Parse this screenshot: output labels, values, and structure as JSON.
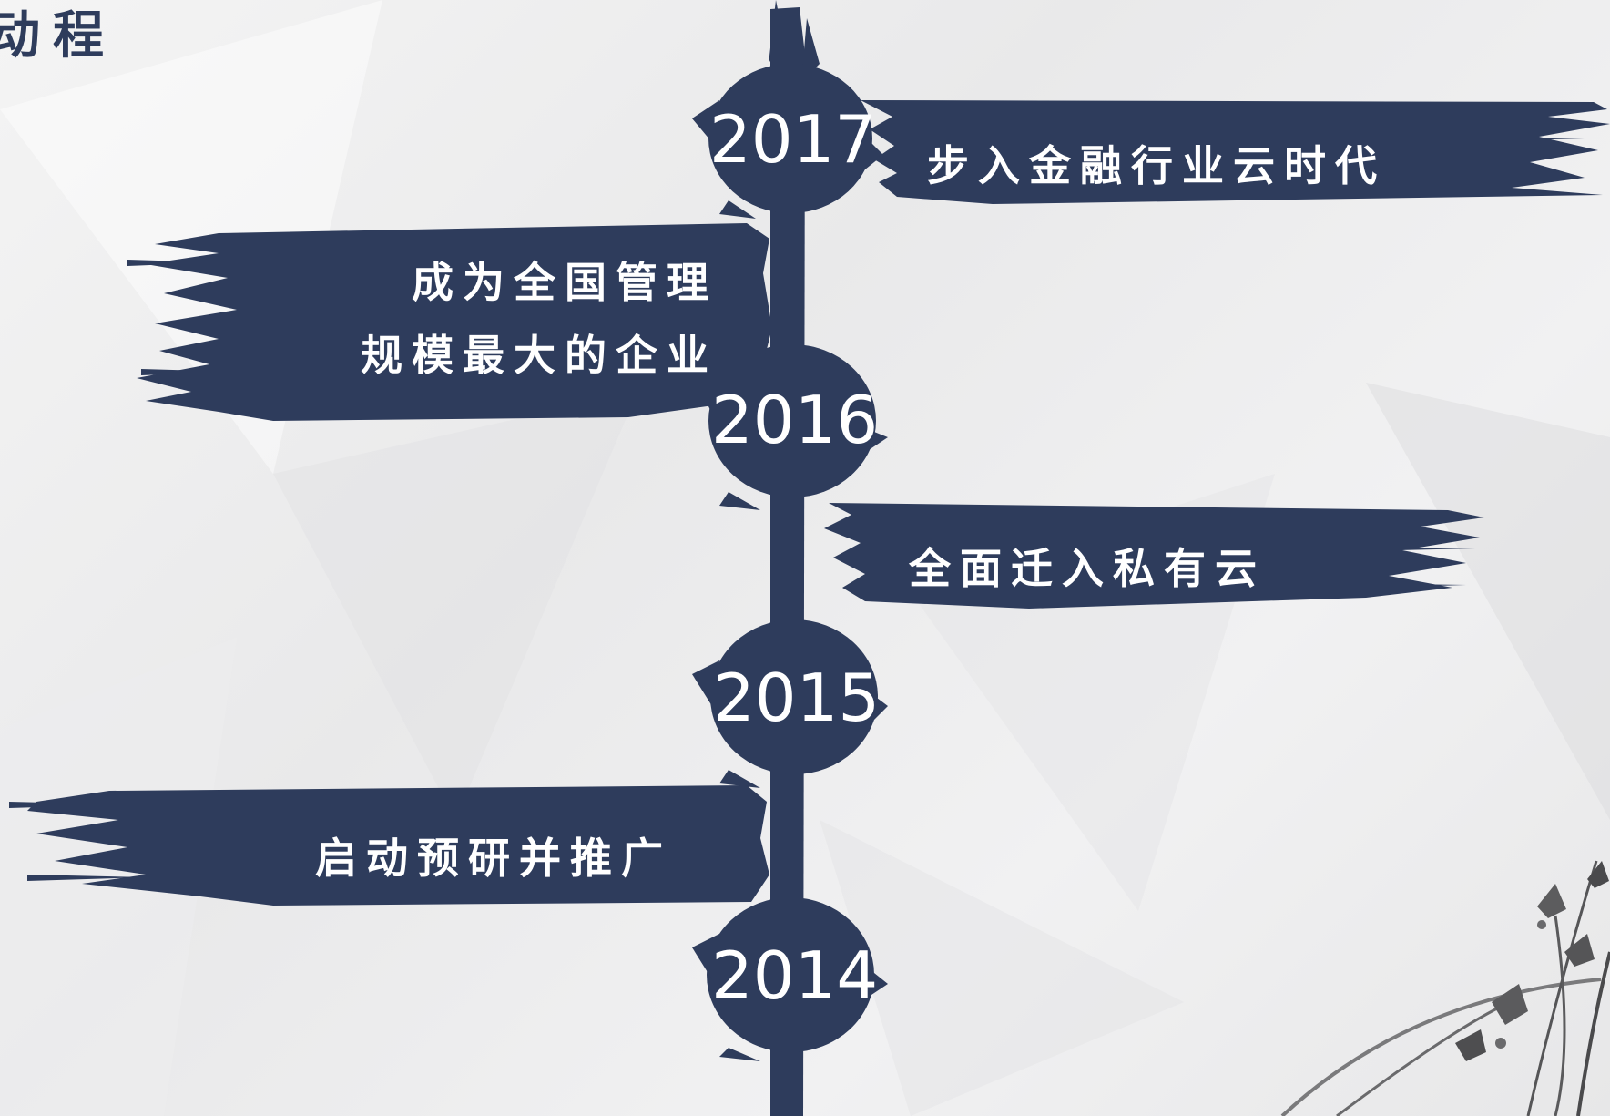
{
  "page": {
    "title_fragment": "动程"
  },
  "timeline": {
    "colors": {
      "ink": "#2e3c5c",
      "text": "#ffffff",
      "background": "#f0f0f1"
    },
    "milestones": [
      {
        "year": "2017",
        "event_lines": [
          "步入金融行业云时代"
        ],
        "side": "right"
      },
      {
        "year": "2016",
        "event_lines": [
          "成为全国管理",
          "规模最大的企业"
        ],
        "side": "left"
      },
      {
        "year": "2015",
        "event_lines": [
          "全面迁入私有云"
        ],
        "side": "right"
      },
      {
        "year": "2014",
        "event_lines": [
          "启动预研并推广"
        ],
        "side": "left"
      }
    ]
  },
  "decoration": {
    "icon": "orchid-branch-icon"
  }
}
